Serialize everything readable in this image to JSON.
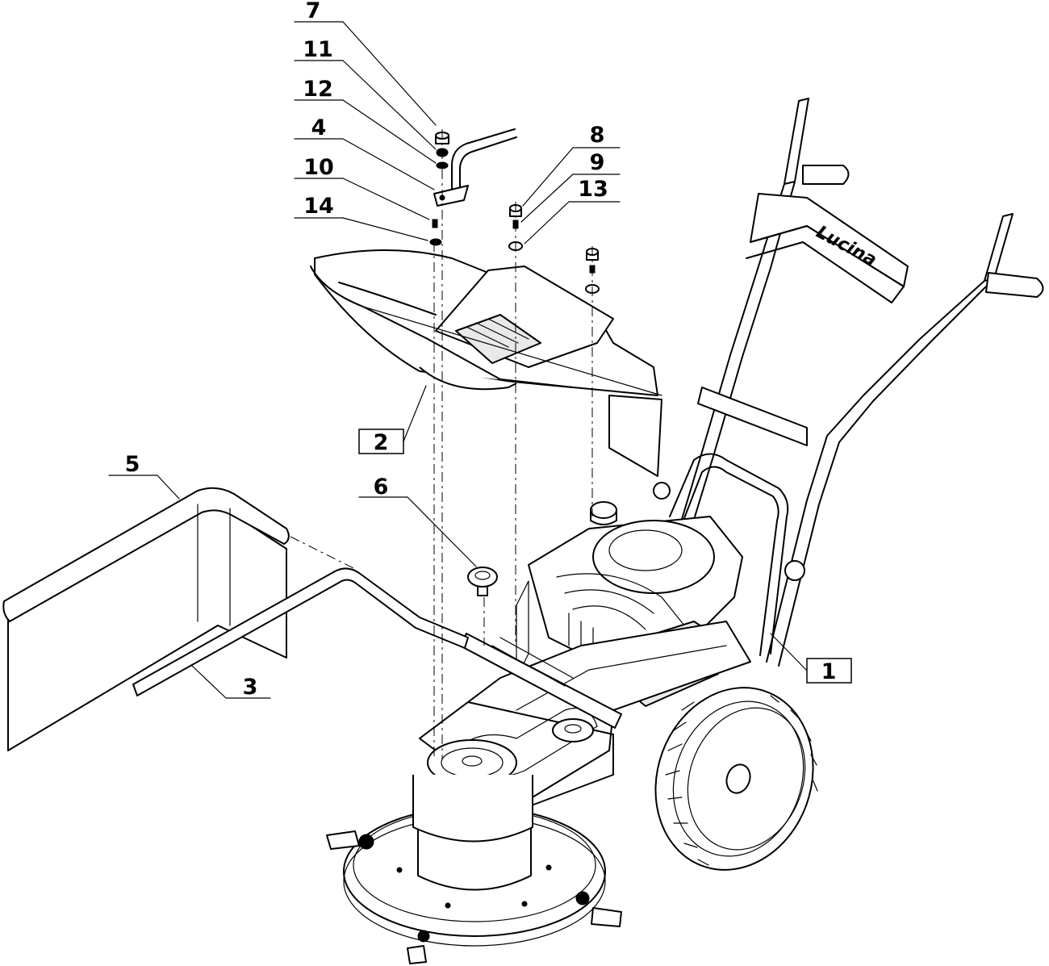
{
  "brand_label": "Lucina",
  "callouts": [
    {
      "id": "c7",
      "number": "7"
    },
    {
      "id": "c11",
      "number": "11"
    },
    {
      "id": "c12",
      "number": "12"
    },
    {
      "id": "c4",
      "number": "4"
    },
    {
      "id": "c10",
      "number": "10"
    },
    {
      "id": "c14",
      "number": "14"
    },
    {
      "id": "c8",
      "number": "8"
    },
    {
      "id": "c9",
      "number": "9"
    },
    {
      "id": "c13",
      "number": "13"
    },
    {
      "id": "c2",
      "number": "2"
    },
    {
      "id": "c5",
      "number": "5"
    },
    {
      "id": "c6",
      "number": "6"
    },
    {
      "id": "c3",
      "number": "3"
    },
    {
      "id": "c1",
      "number": "1"
    }
  ]
}
